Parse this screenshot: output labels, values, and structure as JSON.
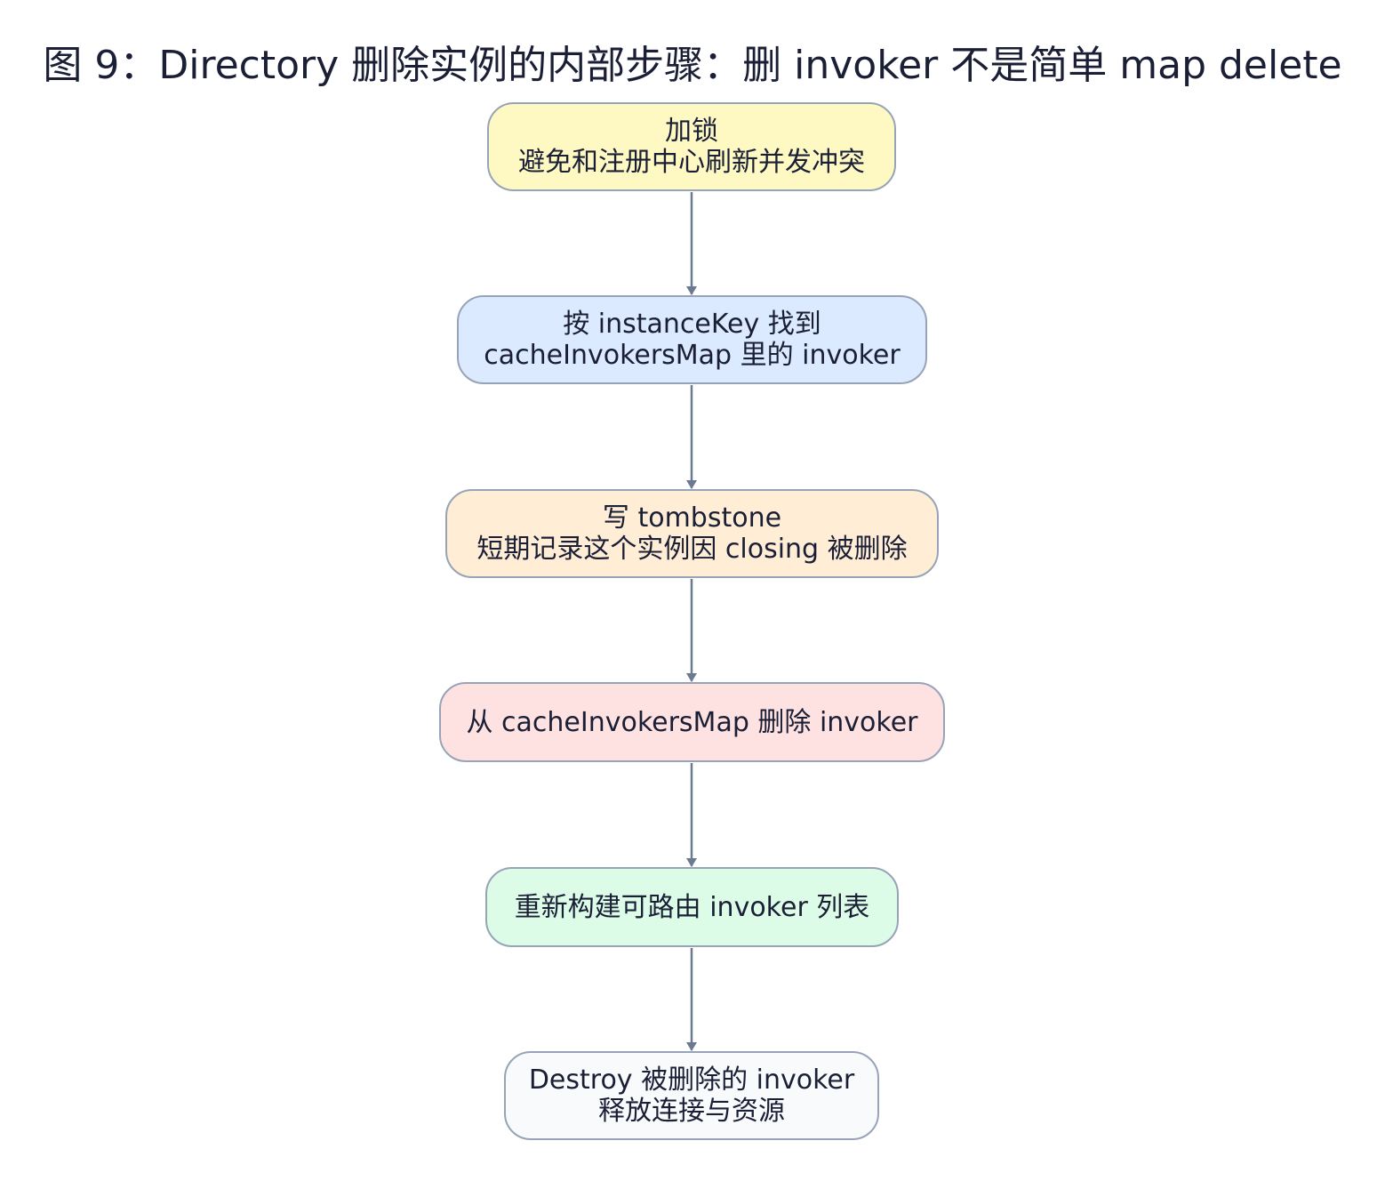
{
  "title": "图 9：Directory 删除实例的内部步骤：删 invoker 不是简单 map delete",
  "steps": [
    {
      "line1": "加锁",
      "line2": "避免和注册中心刷新并发冲突",
      "fill": "#fef9c3"
    },
    {
      "line1": "按 instanceKey 找到",
      "line2": "cacheInvokersMap 里的 invoker",
      "fill": "#dbeafe"
    },
    {
      "line1": "写 tombstone",
      "line2": "短期记录这个实例因 closing 被删除",
      "fill": "#ffedd5"
    },
    {
      "line1": "从 cacheInvokersMap 删除 invoker",
      "fill": "#fee2e2"
    },
    {
      "line1": "重新构建可路由 invoker 列表",
      "fill": "#dcfce7"
    },
    {
      "line1": "Destroy 被删除的 invoker",
      "line2": "释放连接与资源",
      "fill": "#f8fafc"
    }
  ],
  "colors": {
    "edge": "#6b7a90",
    "node_border": "#97a3b6",
    "text": "#1a1f36"
  }
}
